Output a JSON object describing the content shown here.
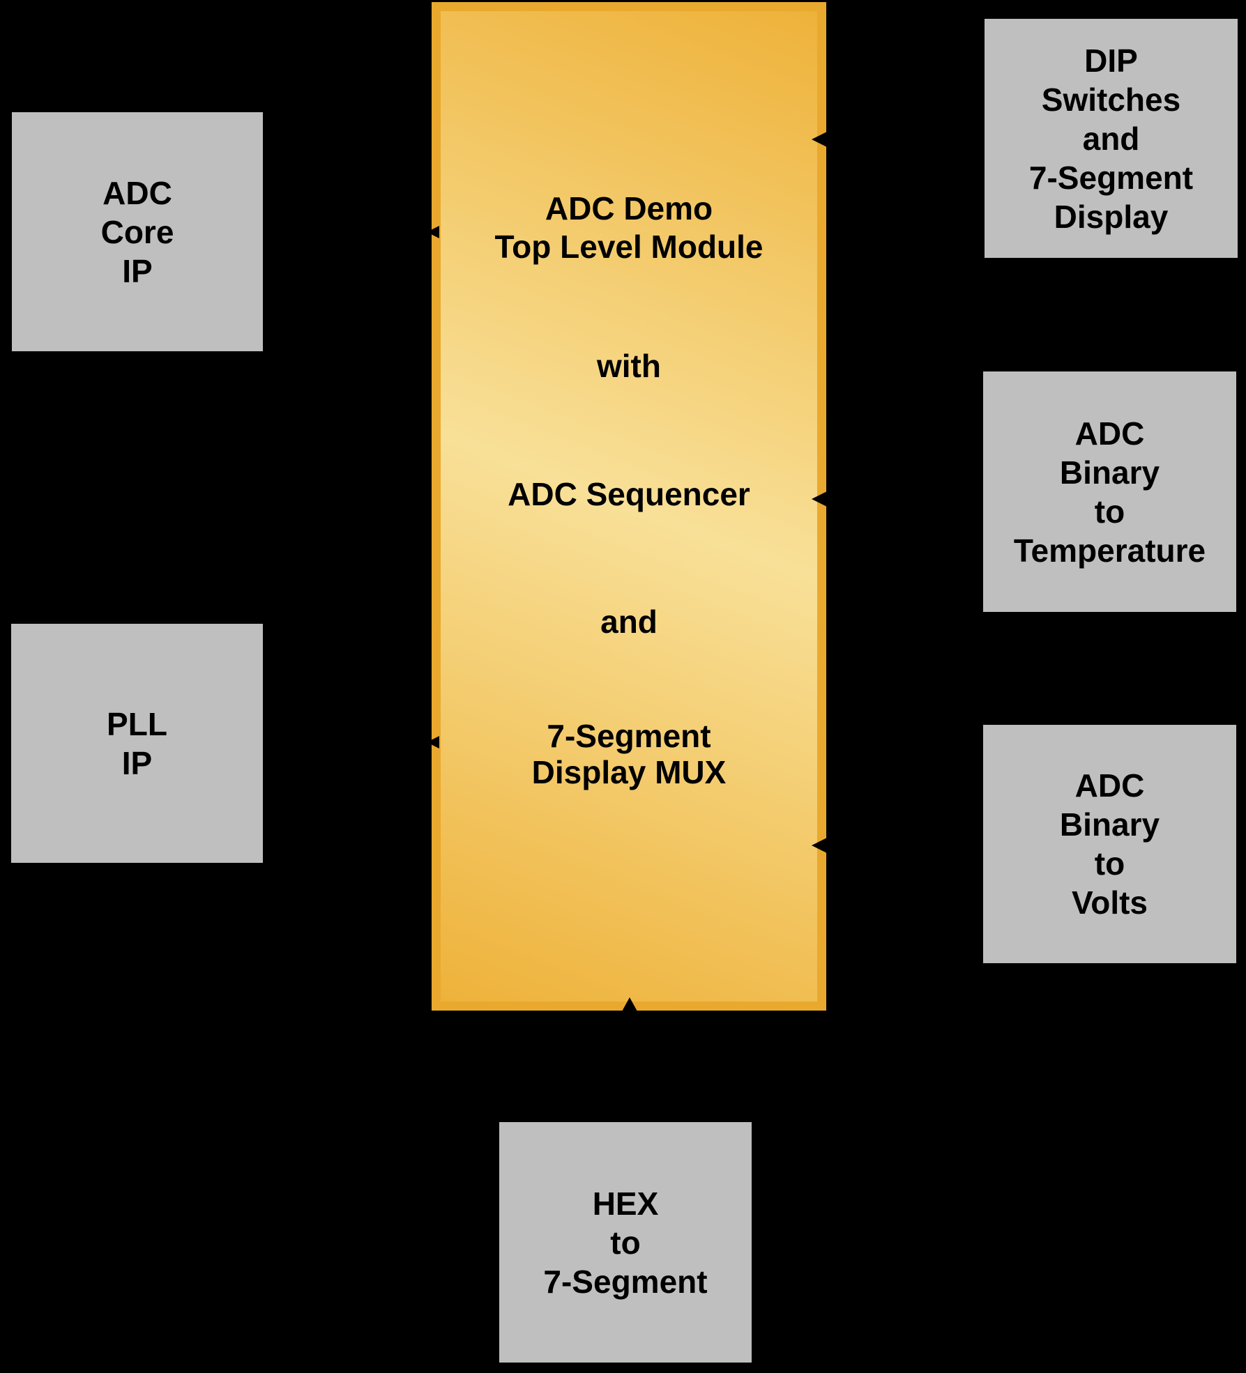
{
  "colors": {
    "background": "#000000",
    "block_fill": "#bfbfbf",
    "module_border": "#e9a92e",
    "module_gradient_dark": "#eeb23a",
    "module_gradient_light": "#f8e098",
    "text": "#000000",
    "connector": "#000000"
  },
  "center_module": {
    "lines": [
      "ADC Demo",
      "Top Level Module",
      "with",
      "ADC Sequencer",
      "and",
      "7-Segment",
      "Display MUX"
    ]
  },
  "blocks": {
    "adc_core_ip": {
      "lines": [
        "ADC",
        "Core",
        "IP"
      ]
    },
    "pll_ip": {
      "lines": [
        "PLL",
        "IP"
      ]
    },
    "dip_switches": {
      "lines": [
        "DIP",
        "Switches",
        "and",
        "7-Segment",
        "Display"
      ]
    },
    "adc_bin_temp": {
      "lines": [
        "ADC",
        "Binary",
        "to",
        "Temperature"
      ]
    },
    "adc_bin_volts": {
      "lines": [
        "ADC",
        "Binary",
        "to",
        "Volts"
      ]
    },
    "hex_7seg": {
      "lines": [
        "HEX",
        "to",
        "7-Segment"
      ]
    }
  }
}
